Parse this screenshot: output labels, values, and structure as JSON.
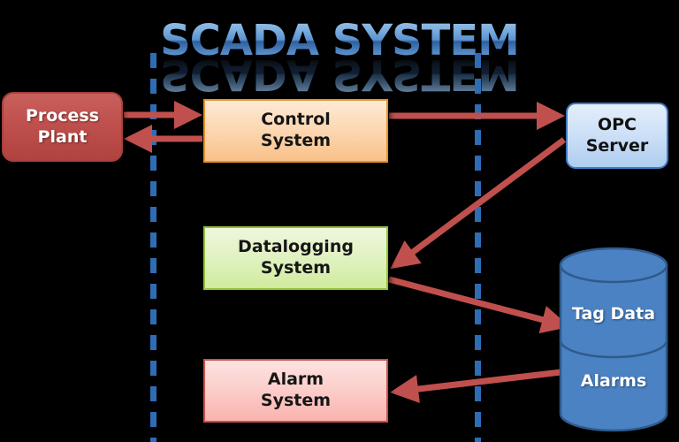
{
  "title": {
    "main": "SCADA SYSTEM",
    "reflection": "SCADA SYSTEM"
  },
  "colors": {
    "background": "#000000",
    "title_blue": "#2e5f9e",
    "arrow_red": "#c0504d",
    "boundary_blue": "#2e6db4",
    "process_plant_fill": "#c0504d",
    "control_system_fill": "#fcd9b4",
    "control_system_border": "#e8922c",
    "datalogging_fill": "#e2f2c4",
    "datalogging_border": "#92c23a",
    "alarm_fill": "#fccfcc",
    "alarm_border": "#c8524e",
    "opc_server_fill": "#cfe1f7",
    "opc_server_border": "#3f7bc4",
    "database_fill": "#4a82c3",
    "database_border": "#2f5a8c"
  },
  "nodes": {
    "process_plant": {
      "line1": "Process",
      "line2": "Plant"
    },
    "control_system": {
      "line1": "Control",
      "line2": "System"
    },
    "datalogging_system": {
      "line1": "Datalogging",
      "line2": "System"
    },
    "alarm_system": {
      "line1": "Alarm",
      "line2": "System"
    },
    "opc_server": {
      "line1": "OPC",
      "line2": "Server"
    },
    "database": {
      "top_label": "Tag Data",
      "bottom_label": "Alarms"
    }
  },
  "connections": [
    {
      "id": "plant-to-control",
      "from": "Process Plant",
      "to": "Control System",
      "direction": "right"
    },
    {
      "id": "control-to-plant",
      "from": "Control System",
      "to": "Process Plant",
      "direction": "left"
    },
    {
      "id": "control-to-opc",
      "from": "Control System",
      "to": "OPC Server",
      "direction": "right"
    },
    {
      "id": "opc-to-datalogging",
      "from": "OPC Server",
      "to": "Datalogging System",
      "direction": "down-left"
    },
    {
      "id": "datalogging-to-tagdata",
      "from": "Datalogging System",
      "to": "Tag Data",
      "direction": "down-right"
    },
    {
      "id": "alarms-to-alarmsystem",
      "from": "Alarms",
      "to": "Alarm System",
      "direction": "down-left"
    }
  ],
  "boundaries": [
    {
      "id": "boundary-left",
      "style": "dashed-vertical"
    },
    {
      "id": "boundary-right",
      "style": "dashed-vertical"
    }
  ]
}
